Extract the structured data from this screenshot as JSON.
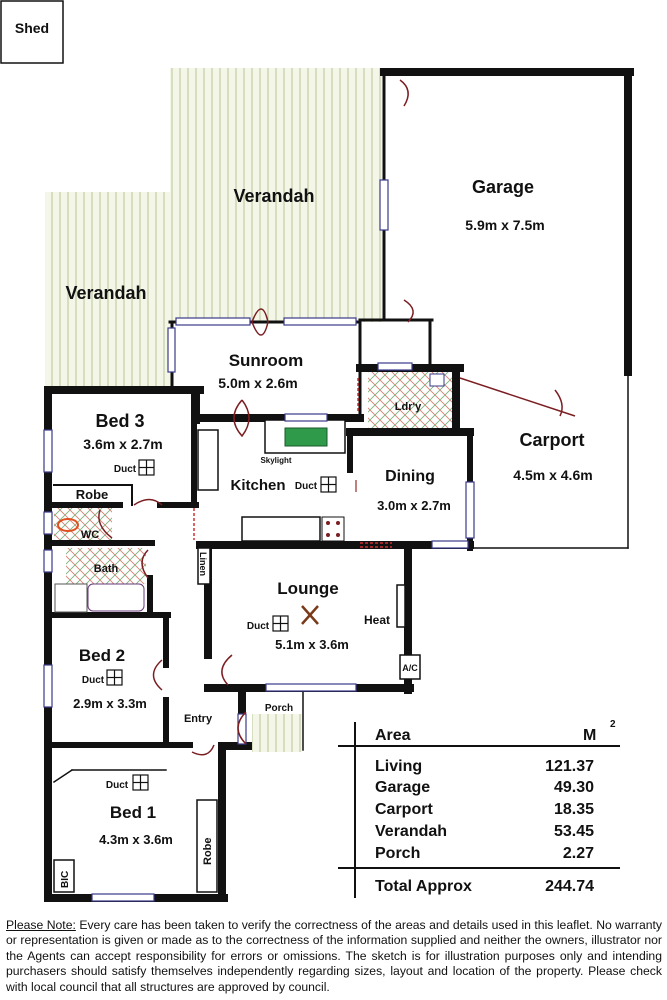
{
  "rooms": {
    "shed": "Shed",
    "verandah_top": "Verandah",
    "verandah_left": "Verandah",
    "garage": {
      "name": "Garage",
      "size": "5.9m x 7.5m"
    },
    "sunroom": {
      "name": "Sunroom",
      "size": "5.0m x 2.6m"
    },
    "laundry": "Ldr'y",
    "carport": {
      "name": "Carport",
      "size": "4.5m x 4.6m"
    },
    "bed3": {
      "name": "Bed 3",
      "size": "3.6m x 2.7m",
      "duct": "Duct"
    },
    "robe_bed3": "Robe",
    "kitchen": {
      "name": "Kitchen",
      "duct": "Duct",
      "skylight": "Skylight"
    },
    "dining": {
      "name": "Dining",
      "size": "3.0m x 2.7m"
    },
    "wc": "WC",
    "bath": "Bath",
    "linen": "Linen",
    "lounge": {
      "name": "Lounge",
      "size": "5.1m x 3.6m",
      "duct": "Duct",
      "heat": "Heat",
      "ac": "A/C"
    },
    "bed2": {
      "name": "Bed 2",
      "size": "2.9m x 3.3m",
      "duct": "Duct"
    },
    "entry": "Entry",
    "porch": "Porch",
    "bed1": {
      "name": "Bed 1",
      "size": "4.3m x 3.6m",
      "duct": "Duct"
    },
    "robe_bed1": "Robe",
    "bic": "BIC"
  },
  "area_table": {
    "header": "Area",
    "unit": "M",
    "unit_sup": "2",
    "rows": [
      {
        "label": "Living",
        "value": "121.37"
      },
      {
        "label": "Garage",
        "value": "49.30"
      },
      {
        "label": "Carport",
        "value": "18.35"
      },
      {
        "label": "Verandah",
        "value": "53.45"
      },
      {
        "label": "Porch",
        "value": "2.27"
      }
    ],
    "total_label": "Total Approx",
    "total_value": "244.74"
  },
  "note": {
    "heading": "Please Note:",
    "text": " Every care has been taken to verify the correctness of the areas and details used in this leaflet. No warranty or representation is given or made as to the correctness of the information supplied and neither the owners, illustrator nor the Agents can accept responsibility for errors or omissions. The sketch is for illustration purposes only and intending purchasers should satisfy themselves independently regarding sizes, layout and location of the property. Please check with local council that all structures are approved by council."
  },
  "colors": {
    "wall": "#111111",
    "verandah_fill": "#f3f6e6",
    "verandah_stripe": "#b8c49a",
    "door": "#7a1e22",
    "window": "#3a3a8a",
    "wet_hatch": "#d87a6a"
  }
}
